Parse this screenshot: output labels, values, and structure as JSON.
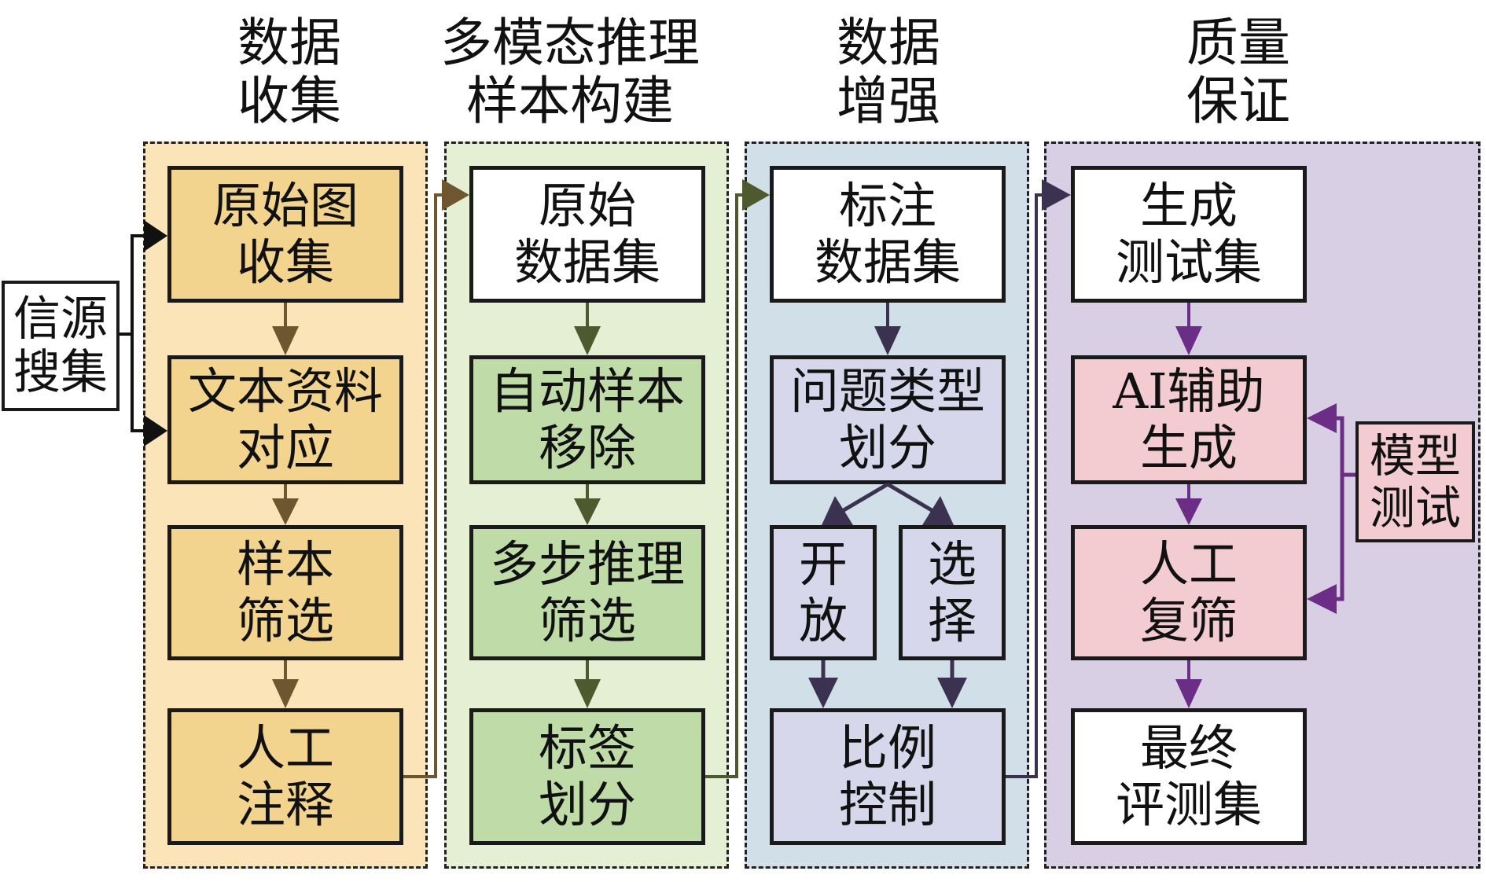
{
  "colors": {
    "stage1_bg": "#fbe5b8",
    "stage1_box": "#f2d48f",
    "stage1_arrow": "#6e5630",
    "stage2_bg": "#e4efd4",
    "stage2_box": "#bfdba7",
    "stage2_arrow": "#4e5a2e",
    "stage3_bg": "#d1e0e8",
    "stage3_box": "#d6d7ea",
    "stage3_arrow": "#3a3250",
    "stage4_bg": "#d9cfe4",
    "stage4_box": "#f3ccd2",
    "stage4_arrow": "#6b2d86",
    "white_box": "#ffffff"
  },
  "source": {
    "label": "信源\n搜集"
  },
  "stages": [
    {
      "title": "数据\n收集",
      "boxes": [
        {
          "label": "原始图\n收集"
        },
        {
          "label": "文本资料\n对应"
        },
        {
          "label": "样本\n筛选"
        },
        {
          "label": "人工\n注释"
        }
      ]
    },
    {
      "title": "多模态推理\n样本构建",
      "boxes": [
        {
          "label": "原始\n数据集"
        },
        {
          "label": "自动样本\n移除"
        },
        {
          "label": "多步推理\n筛选"
        },
        {
          "label": "标签\n划分"
        }
      ]
    },
    {
      "title": "数据\n增强",
      "boxes": [
        {
          "label": "标注\n数据集"
        },
        {
          "label": "问题类型\n划分"
        },
        {
          "label": "开\n放"
        },
        {
          "label": "选\n择"
        },
        {
          "label": "比例\n控制"
        }
      ]
    },
    {
      "title": "质量\n保证",
      "boxes": [
        {
          "label": "生成\n测试集"
        },
        {
          "label": "AI辅助\n生成"
        },
        {
          "label": "人工\n复筛"
        },
        {
          "label": "最终\n评测集"
        }
      ],
      "side": {
        "label": "模型\n测试"
      }
    }
  ]
}
